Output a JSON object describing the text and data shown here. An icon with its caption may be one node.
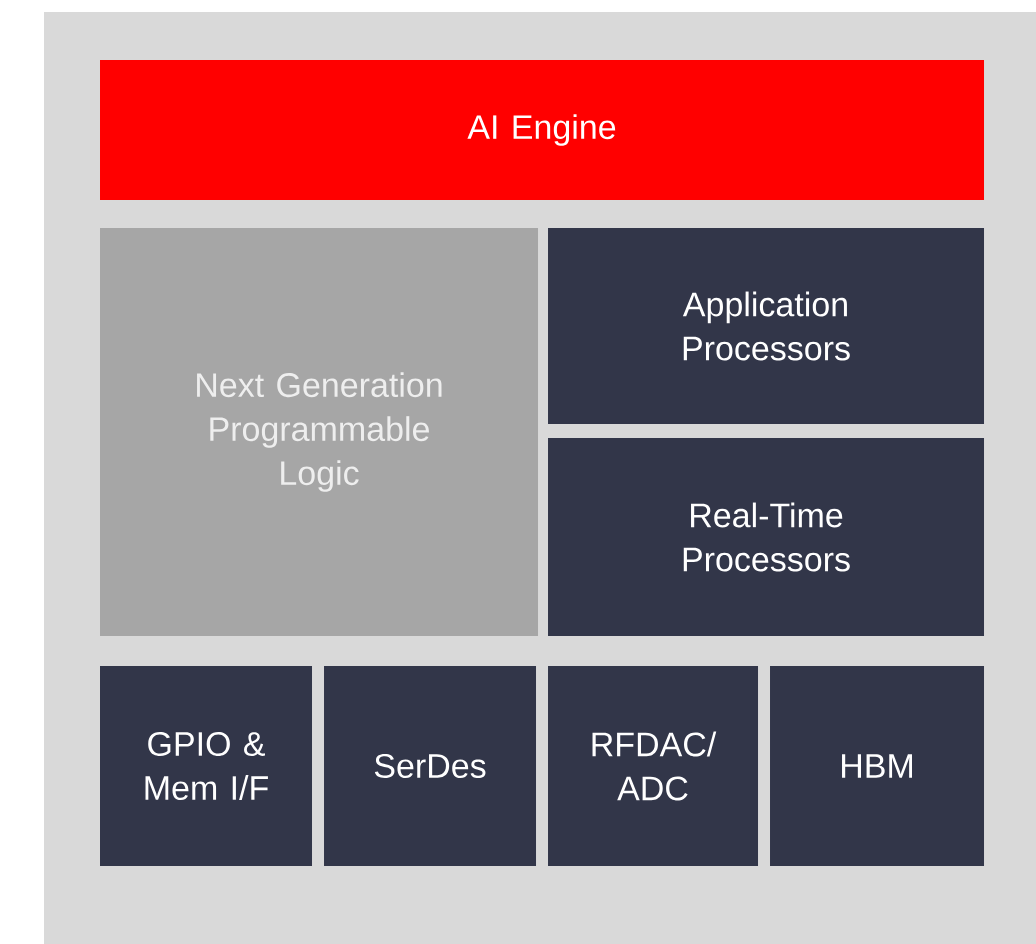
{
  "diagram": {
    "nodes": [
      {
        "text": [],
        "shape": "box"
      },
      {
        "text": [
          "AI Engine"
        ],
        "in": 0
      },
      {
        "text": [
          "Next Generation Programmable Logic"
        ],
        "in": 0
      },
      {
        "text": [
          "Application Processors"
        ],
        "in": 0
      },
      {
        "text": [
          "Real-Time Processors"
        ],
        "in": 0
      },
      {
        "text": [
          "GPIO & Mem I/F"
        ],
        "in": 0
      },
      {
        "text": [
          "SerDes"
        ],
        "in": 0
      },
      {
        "text": [
          "RFDAC/ ADC"
        ],
        "in": 0
      },
      {
        "text": [
          "HBM"
        ],
        "in": 0
      }
    ]
  }
}
